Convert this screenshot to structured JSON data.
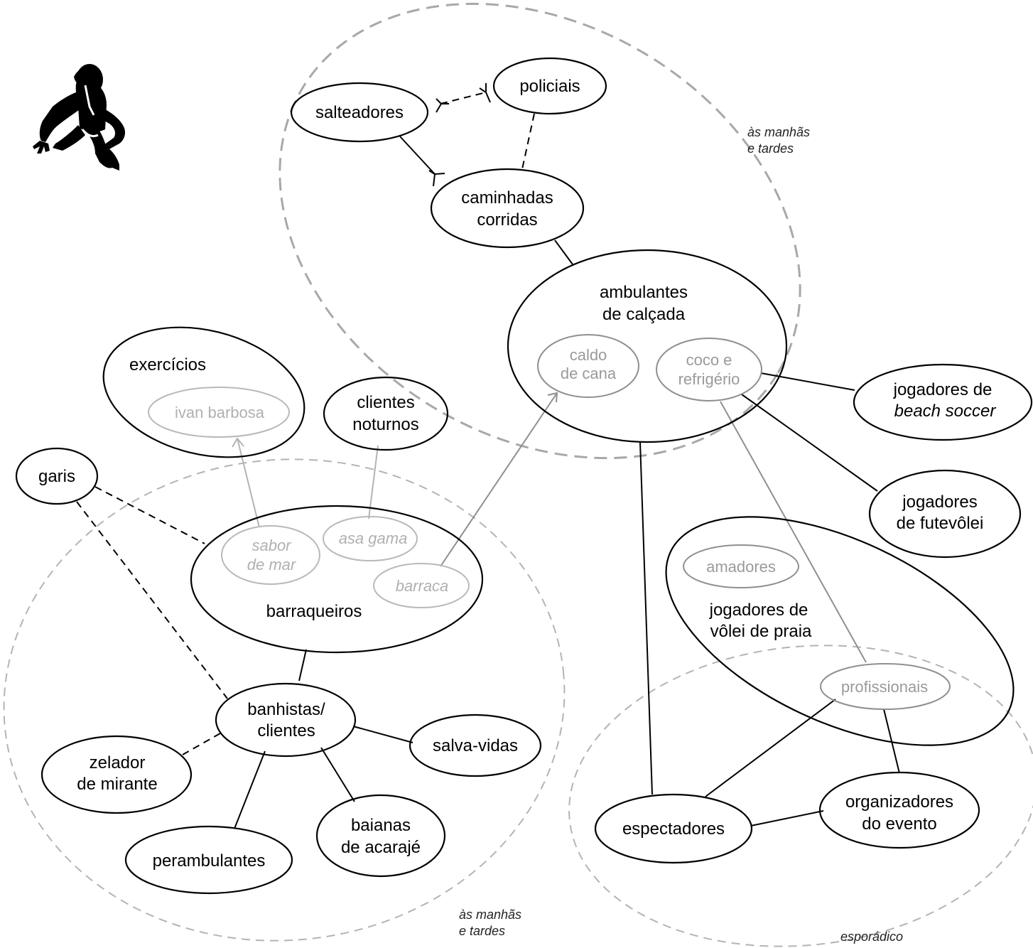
{
  "nodes": {
    "salteadores": "salteadores",
    "policiais": "policiais",
    "caminhadas_1": "caminhadas",
    "caminhadas_2": "corridas",
    "ambulantes_1": "ambulantes",
    "ambulantes_2": "de calçada",
    "caldo_1": "caldo",
    "caldo_2": "de cana",
    "coco_1": "coco e",
    "coco_2": "refrigério",
    "beach_1": "jogadores de",
    "beach_2": "beach soccer",
    "futevolei_1": "jogadores",
    "futevolei_2": "de futevôlei",
    "exercicios": "exercícios",
    "ivan": "ivan barbosa",
    "clientes_noturnos_1": "clientes",
    "clientes_noturnos_2": "noturnos",
    "garis": "garis",
    "sabor_1": "sabor",
    "sabor_2": "de mar",
    "asa": "asa gama",
    "barraca": "barraca",
    "barraqueiros": "barraqueiros",
    "amadores": "amadores",
    "volei_1": "jogadores de",
    "volei_2": "vôlei de praia",
    "profissionais": "profissionais",
    "banhistas_1": "banhistas/",
    "banhistas_2": "clientes",
    "salva": "salva-vidas",
    "zelador_1": "zelador",
    "zelador_2": "de mirante",
    "baianas_1": "baianas",
    "baianas_2": "de acarajé",
    "perambulantes": "perambulantes",
    "espectadores": "espectadores",
    "organizadores_1": "organizadores",
    "organizadores_2": "do evento"
  },
  "notes": {
    "top_1": "às manhãs",
    "top_2": "e tardes",
    "left_1": "às manhãs",
    "left_2": "e tardes",
    "right": "esporádico"
  },
  "colors": {
    "primary": "#000000",
    "secondary": "#8f8f8f",
    "light": "#b4b4b4",
    "group": "#a8a8a8"
  },
  "icon": "seated-figure-icon"
}
